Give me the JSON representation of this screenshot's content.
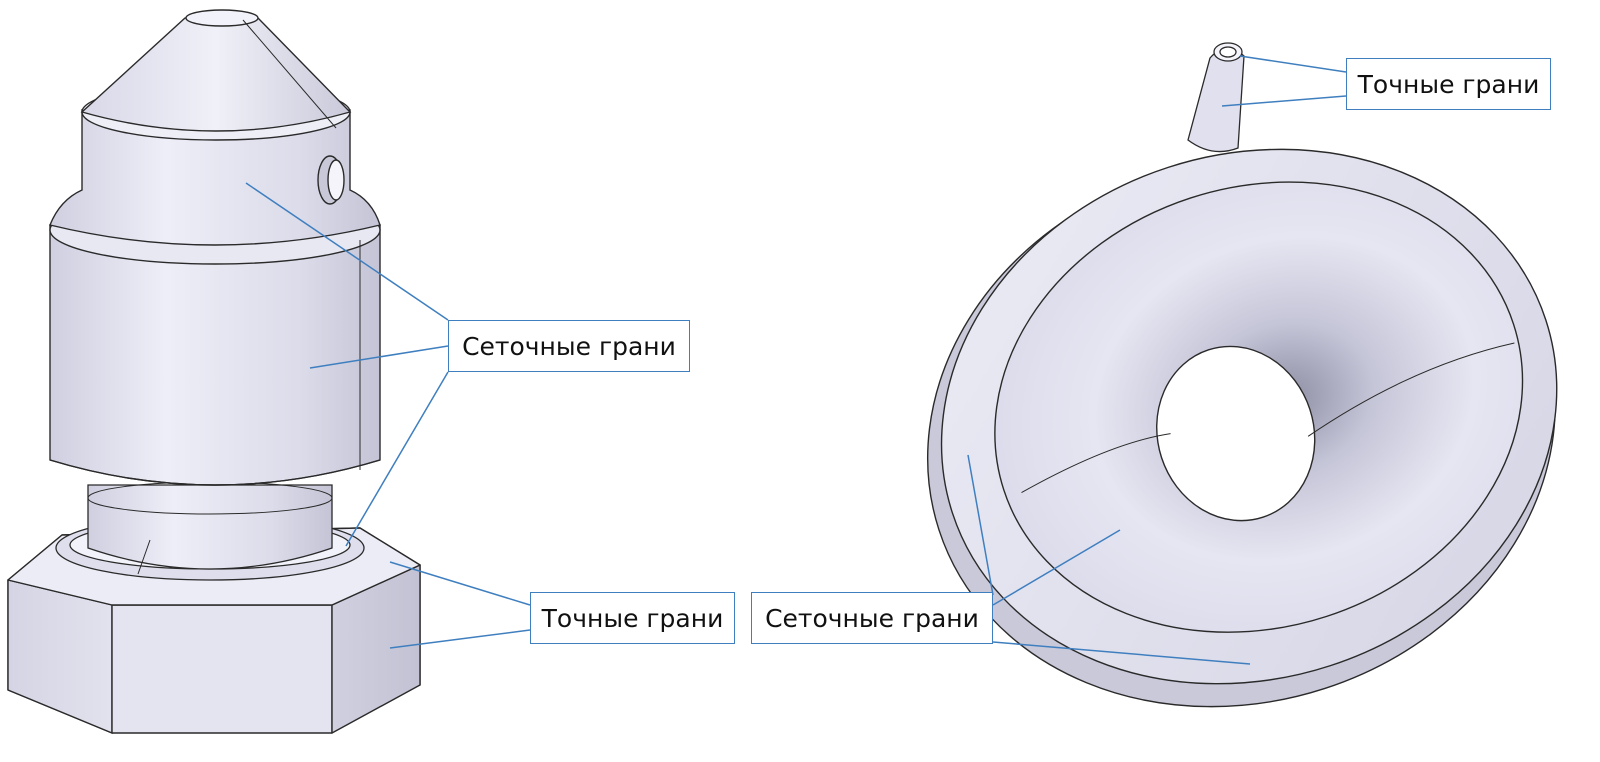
{
  "labels": {
    "left_mesh_faces": "Сеточные грани",
    "left_exact_faces": "Точные грани",
    "right_mesh_faces": "Сеточные грани",
    "right_exact_faces": "Точные грани"
  },
  "colors": {
    "leader_line": "#3f7fbf",
    "part_face": "#e4e4f0",
    "part_shadow": "#b9b9cc",
    "part_edge": "#2a2a2a",
    "background": "#ffffff"
  }
}
